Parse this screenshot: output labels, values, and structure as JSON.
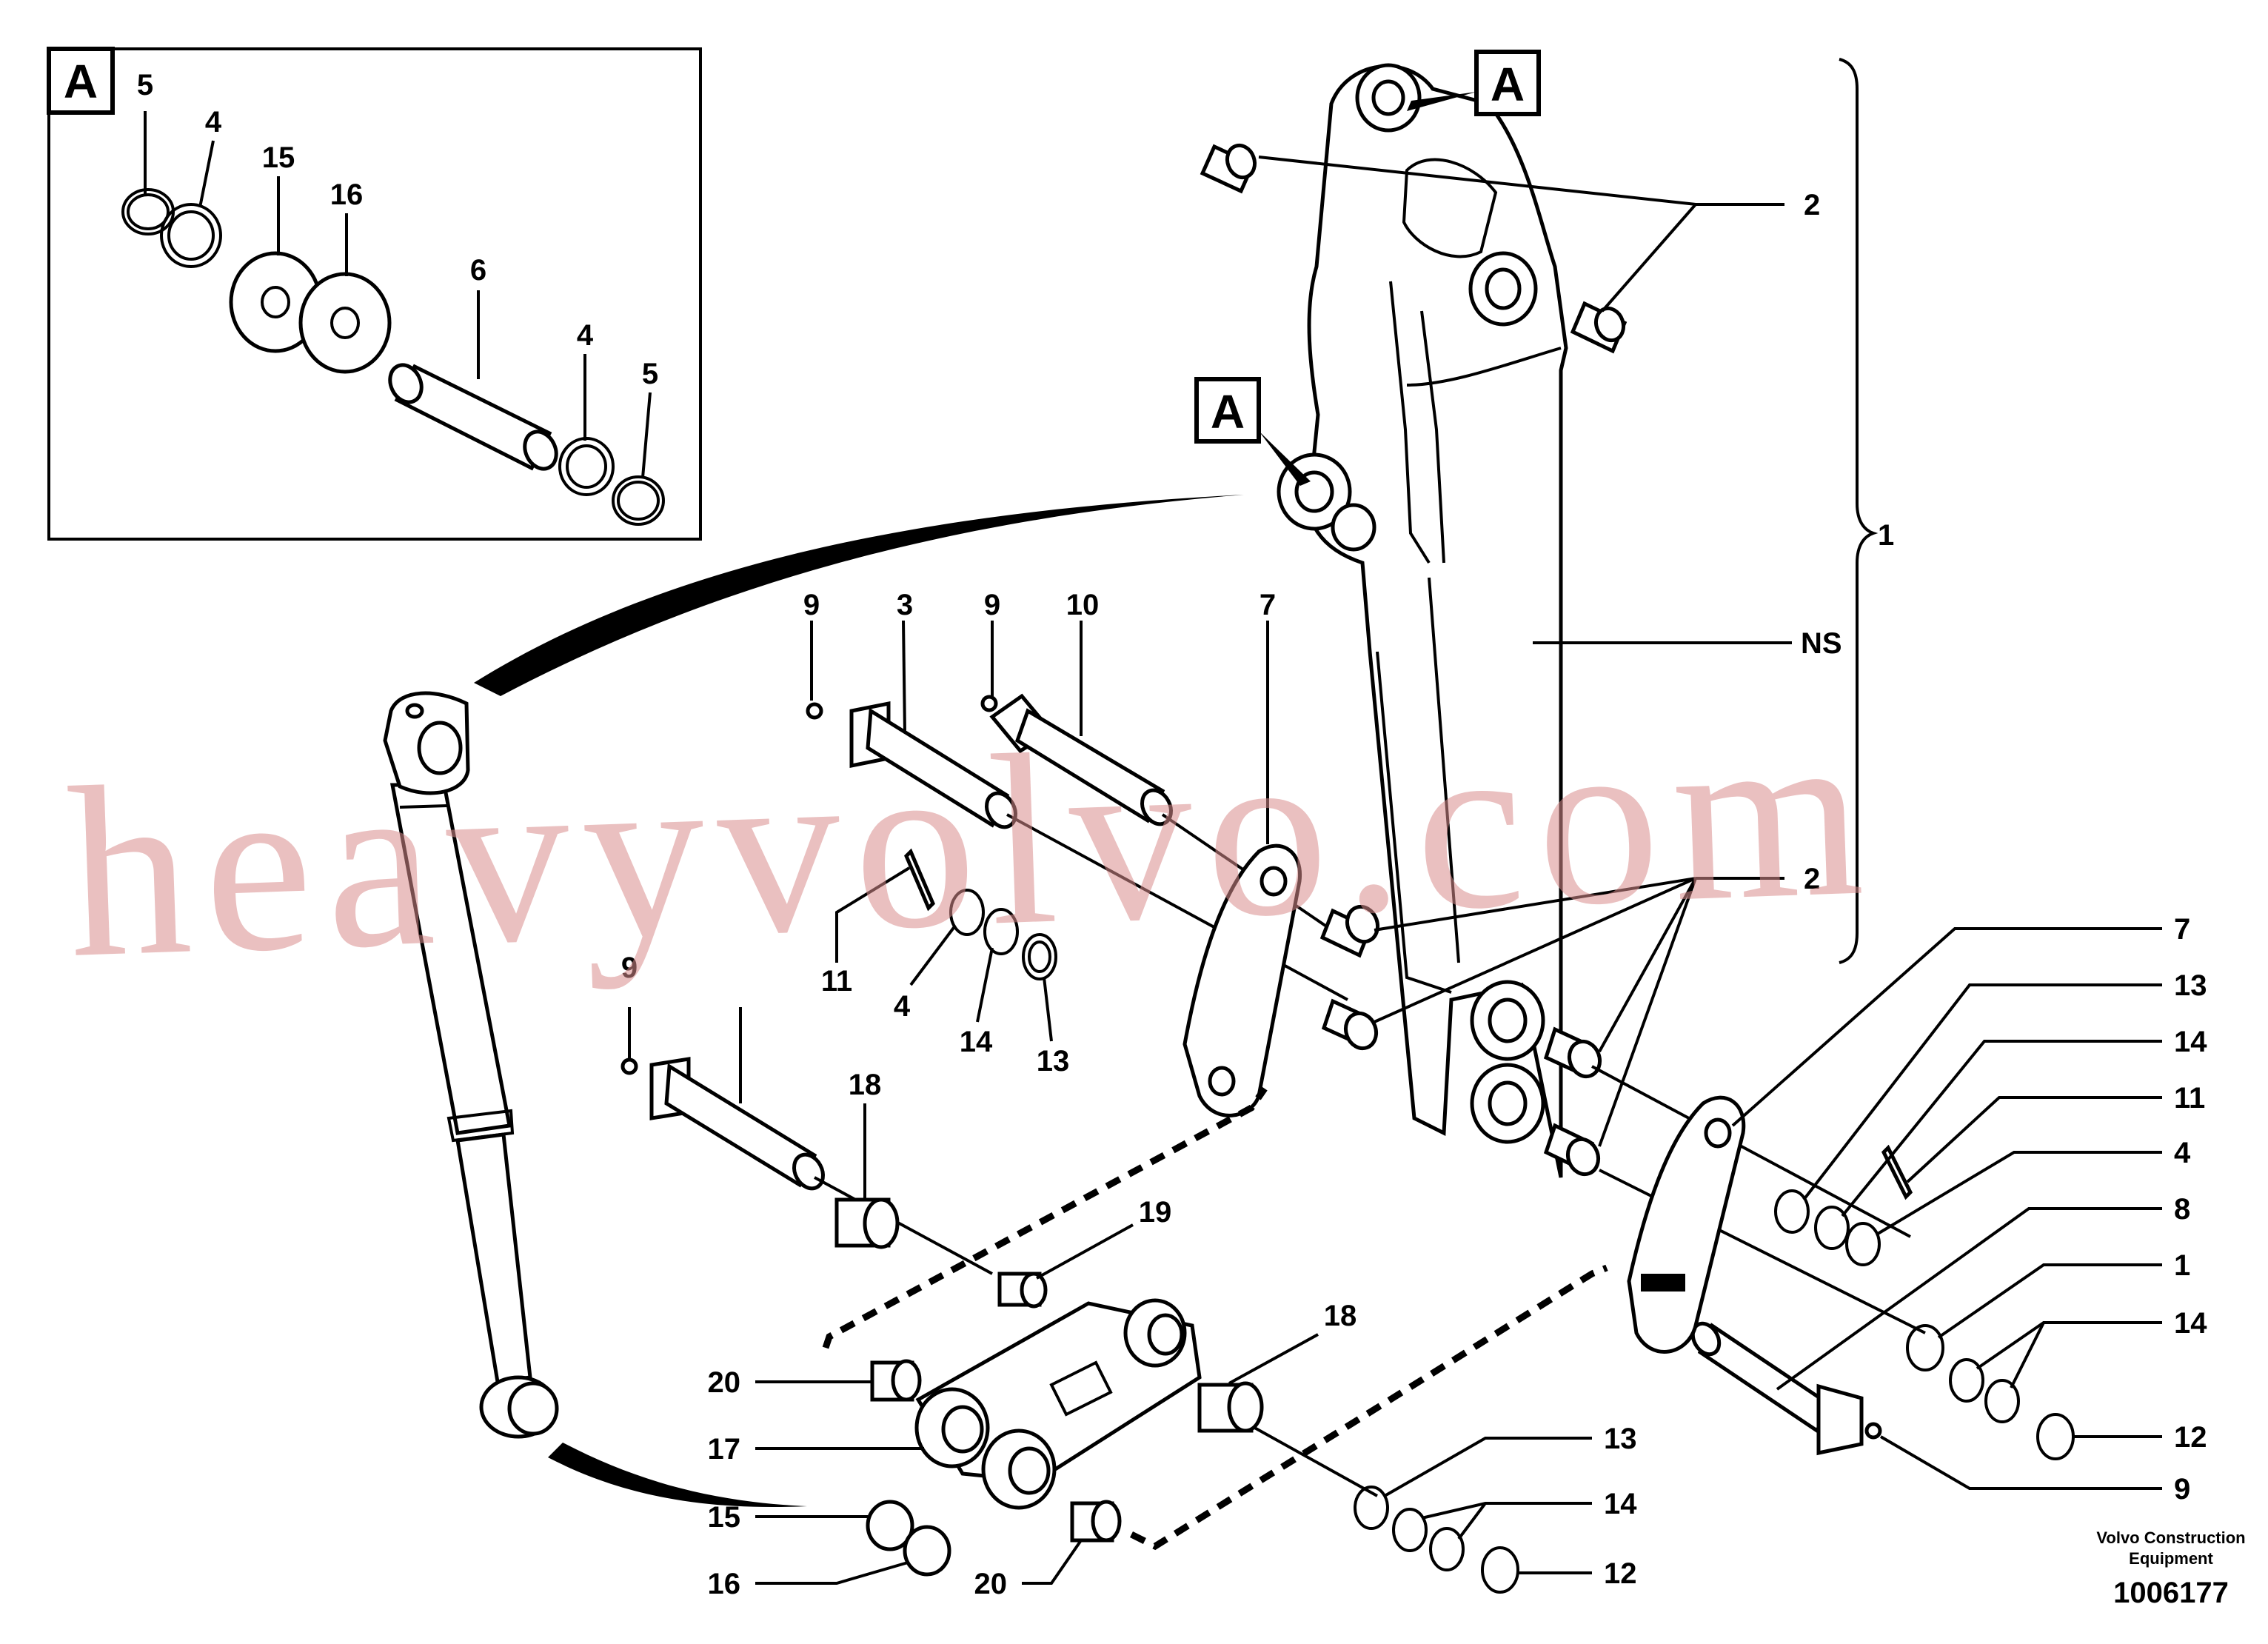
{
  "detail_view": {
    "tag": "A"
  },
  "view_tags": {
    "upper": "A",
    "middle": "A"
  },
  "labels": {
    "d5a": "5",
    "d4a": "4",
    "d15": "15",
    "d16": "16",
    "d6": "6",
    "d4b": "4",
    "d5b": "5",
    "p2a": "2",
    "p1": "1",
    "pNS": "NS",
    "p9a": "9",
    "p3": "3",
    "p9b": "9",
    "p10": "10",
    "p7a": "7",
    "p11a": "11",
    "p4a": "4",
    "p14a": "14",
    "p13a": "13",
    "p9c": "9",
    "p18a": "18",
    "p19": "19",
    "p2b": "2",
    "p7b": "7",
    "p13b": "13",
    "p14b": "14",
    "p11b": "11",
    "p4b": "4",
    "p8": "8",
    "p1b": "1",
    "p14c": "14",
    "p12a": "12",
    "p9d": "9",
    "p20a": "20",
    "p17": "17",
    "p15": "15",
    "p16": "16",
    "p20b": "20",
    "p18b": "18",
    "p13c": "13",
    "p14d": "14",
    "p12b": "12"
  },
  "watermark": "heavyvolvo.com",
  "brand": {
    "line1": "Volvo Construction",
    "line2": "Equipment"
  },
  "drawing_number": "1006177"
}
